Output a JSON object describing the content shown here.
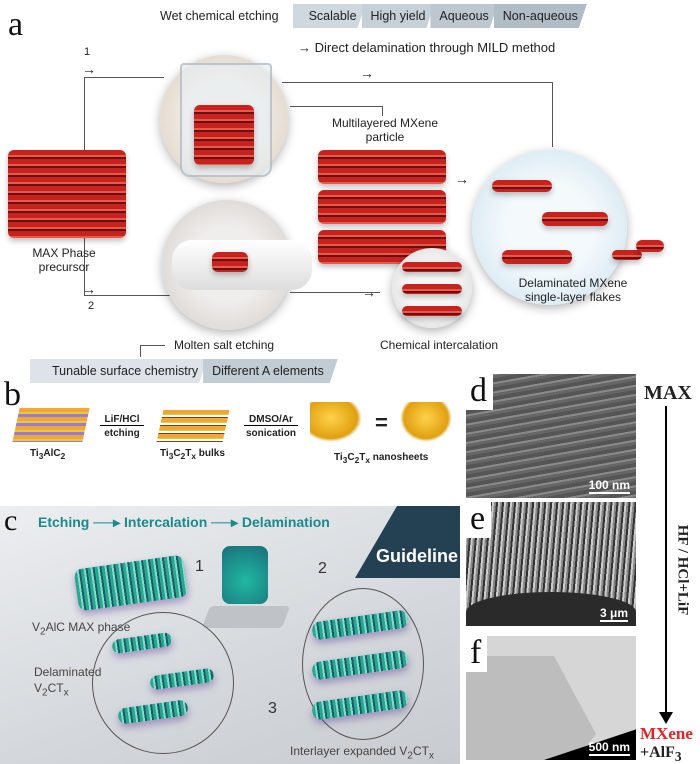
{
  "panel_a": {
    "label": "a",
    "wet_ribbon": {
      "title": "Wet chemical etching",
      "items": [
        "Scalable",
        "High yield",
        "Aqueous",
        "Non-aqueous"
      ]
    },
    "route_1": "1",
    "route_2": "2",
    "mild": "Direct delamination through MILD method",
    "multilayer": "Multilayered MXene particle",
    "max": "MAX Phase precursor",
    "delaminated": "Delaminated MXene single-layer flakes",
    "intercalation": "Chemical intercalation",
    "molten": "Molten salt etching",
    "molten_ribbon": [
      "Tunable surface chemistry",
      "Different A elements"
    ]
  },
  "panel_b": {
    "label": "b",
    "step1_top": "LiF/HCl",
    "step1_bottom": "etching",
    "step2_top": "DMSO/Ar",
    "step2_bottom": "sonication",
    "equals": "=",
    "s1": {
      "main": "Ti",
      "s1": "3",
      "mid": "AlC",
      "s2": "2",
      "rest": ""
    },
    "s2": {
      "main": "Ti",
      "s1": "3",
      "mid": "C",
      "s2": "2",
      "mid2": "T",
      "s3": "x",
      "rest": " bulks"
    },
    "s3": {
      "main": "Ti",
      "s1": "3",
      "mid": "C",
      "s2": "2",
      "mid2": "T",
      "s3": "x",
      "rest": " nanosheets"
    }
  },
  "panel_c": {
    "label": "c",
    "flow": [
      "Etching",
      "Intercalation",
      "Delamination"
    ],
    "guideline": "Guideline",
    "steps": [
      "1",
      "2",
      "3"
    ],
    "max_phase": {
      "a": "V",
      "s": "2",
      "b": "AlC MAX phase"
    },
    "delam": {
      "l1": "Delaminated",
      "a": "V",
      "s": "2",
      "b": "CT",
      "x": "x"
    },
    "expanded": {
      "a": "Interlayer expanded V",
      "s": "2",
      "b": "CT",
      "x": "x"
    }
  },
  "panel_d": {
    "label": "d",
    "scale": "100 nm"
  },
  "panel_e": {
    "label": "e",
    "scale": "3 μm"
  },
  "panel_f": {
    "label": "f",
    "scale": "500 nm"
  },
  "side": {
    "top": "MAX",
    "route": "HF / HCl+LiF",
    "bottom": "MXene",
    "bottom2a": "+AlF",
    "bottom2s": "3",
    "mxene_color": "#e8202a"
  }
}
